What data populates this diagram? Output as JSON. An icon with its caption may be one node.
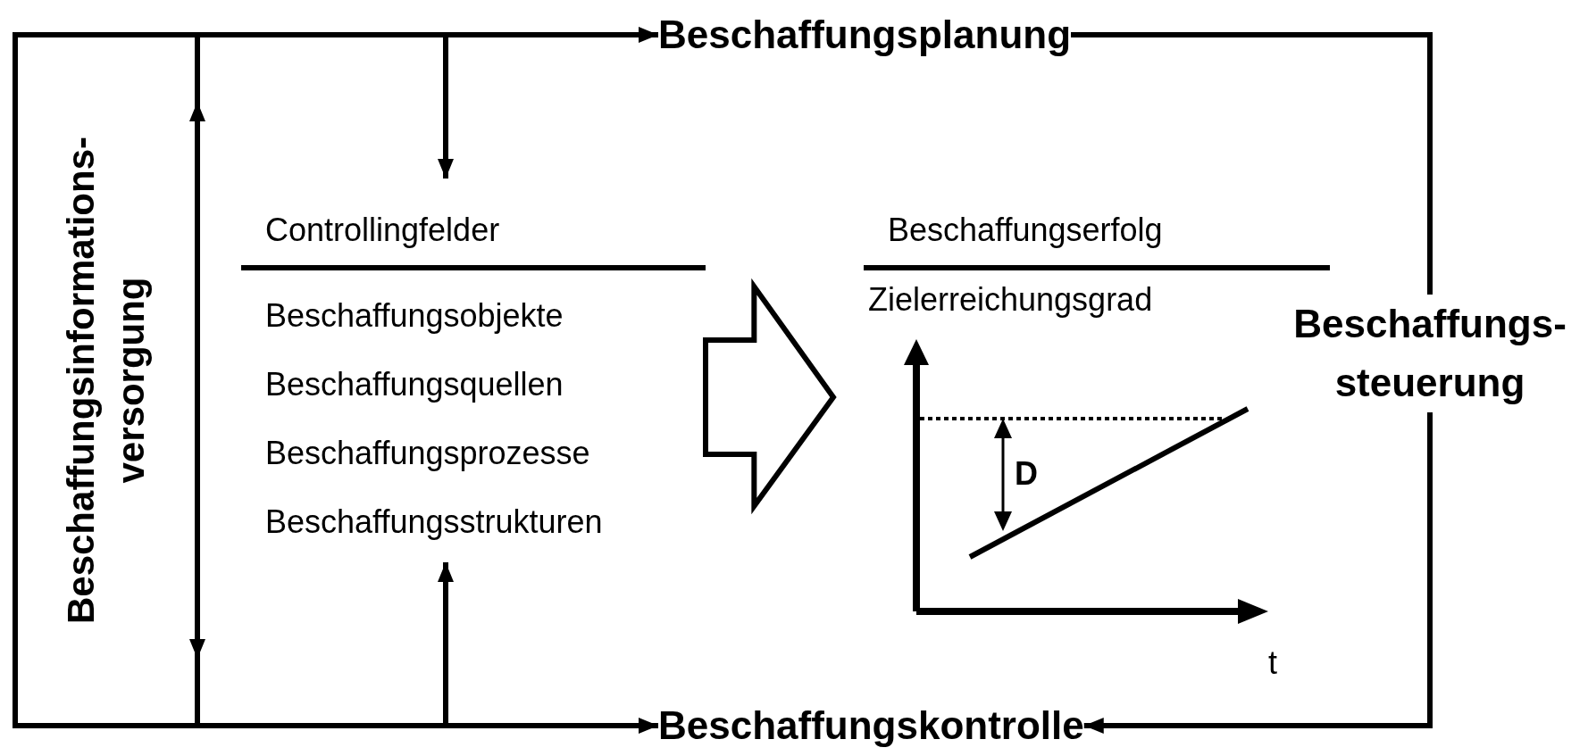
{
  "diagram": {
    "nodes": [
      {
        "text": [
          "Beschaffungsplanung"
        ]
      },
      {
        "text": [
          "Beschaffungskontrolle"
        ]
      },
      {
        "text": [
          "Beschaffungs- steuerung"
        ]
      },
      {
        "text": [
          "Beschaffungsinformations- versorgung"
        ]
      },
      {
        "text": [
          "Controllingfelder",
          "Beschaffungsobjekte Beschaffungsquellen Beschaffungsprozesse Beschaffungsstrukturen"
        ]
      },
      {
        "text": [
          "Beschaffungserfolg",
          "Zielerreichungsgrad"
        ]
      }
    ],
    "edges": [
      {
        "from": 3,
        "to": 0,
        "arrow": "to"
      },
      {
        "from": 3,
        "to": 4,
        "arrow": "to"
      },
      {
        "from": 3,
        "to": 1,
        "arrow": "to"
      },
      {
        "from": 3,
        "to": 4,
        "arrow": "to"
      },
      {
        "from": 4,
        "to": 5,
        "arrow": "to"
      },
      {
        "from": 0,
        "to": 2,
        "arrow": "none"
      },
      {
        "from": 2,
        "to": 1,
        "arrow": "to"
      }
    ],
    "labels": [
      "D",
      "t"
    ]
  }
}
